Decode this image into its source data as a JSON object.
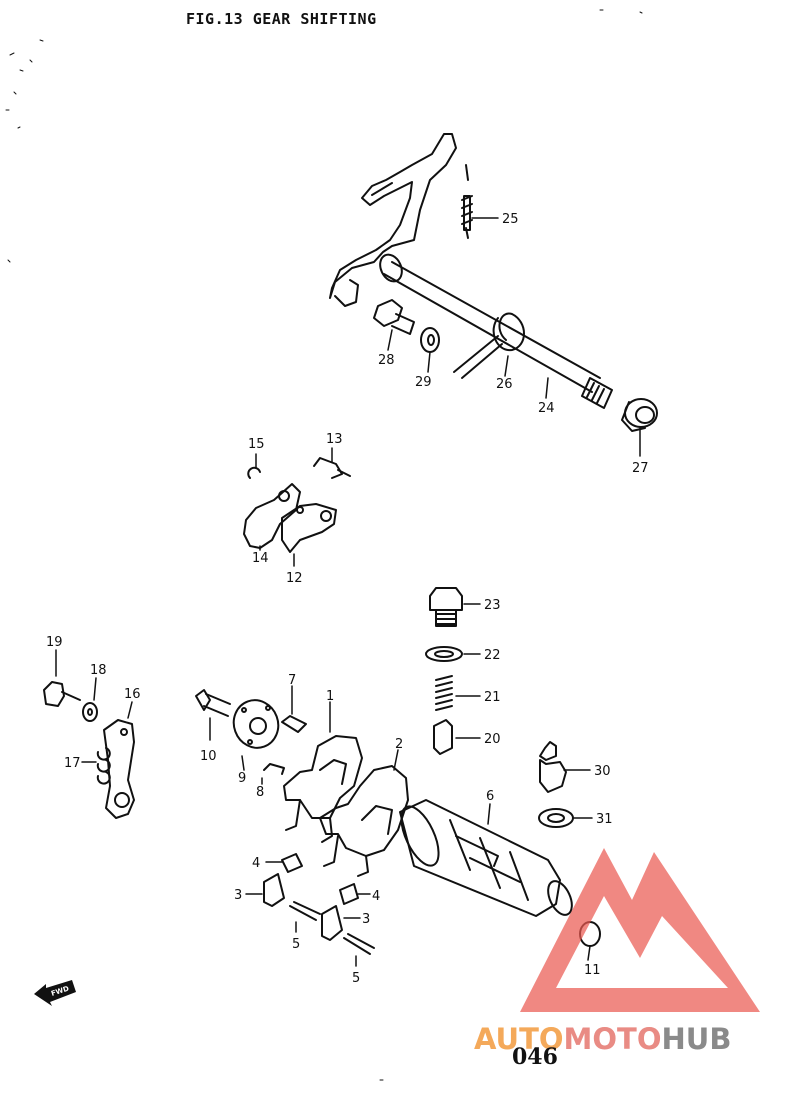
{
  "title": "FIG.13  GEAR SHIFTING",
  "page_number": "046",
  "forward_label": "FWD",
  "watermark": {
    "part1": "AUTO",
    "part2": "MOTO",
    "part3": "HUB"
  },
  "colors": {
    "ink": "#111111",
    "watermark_red": "#e8564f",
    "watermark_orange": "#f4a95a",
    "watermark_gray": "#8a8a8a"
  },
  "callouts": [
    "25",
    "28",
    "29",
    "26",
    "24",
    "27",
    "15",
    "13",
    "14",
    "12",
    "23",
    "22",
    "21",
    "20",
    "19",
    "18",
    "16",
    "17",
    "7",
    "1",
    "2",
    "10",
    "9",
    "8",
    "6",
    "30",
    "31",
    "4",
    "3",
    "5",
    "11"
  ]
}
